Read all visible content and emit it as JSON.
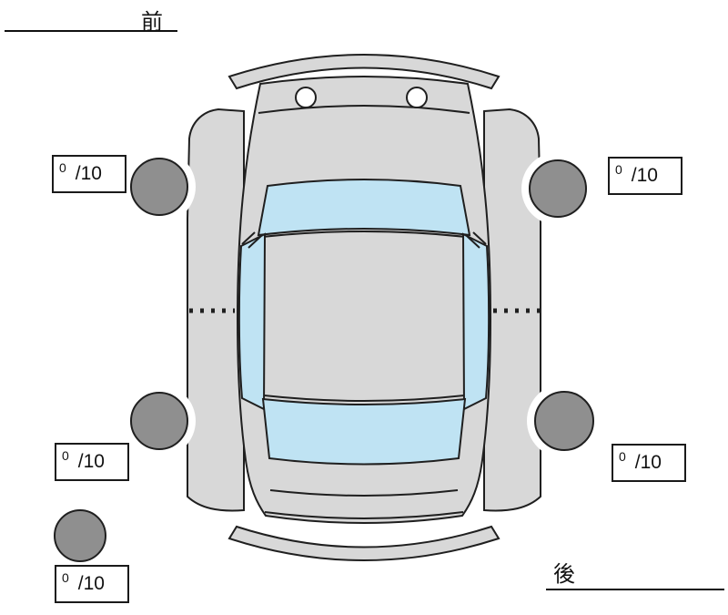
{
  "labels": {
    "front": "前",
    "rear": "後"
  },
  "ratings": {
    "front_left": {
      "value": "0",
      "denom": "/10"
    },
    "front_right": {
      "value": "0",
      "denom": "/10"
    },
    "rear_left": {
      "value": "0",
      "denom": "/10"
    },
    "rear_right": {
      "value": "0",
      "denom": "/10"
    },
    "spare": {
      "value": "0",
      "denom": "/10"
    }
  },
  "diagram": {
    "type": "vehicle-top-view-condition-map",
    "orientation": "front-at-top"
  },
  "colors": {
    "background": "#ffffff",
    "car_body": "#d8d8d8",
    "glass": "#bfe3f3",
    "wheel": "#8f8f8f",
    "outline": "#1f1f1f"
  }
}
